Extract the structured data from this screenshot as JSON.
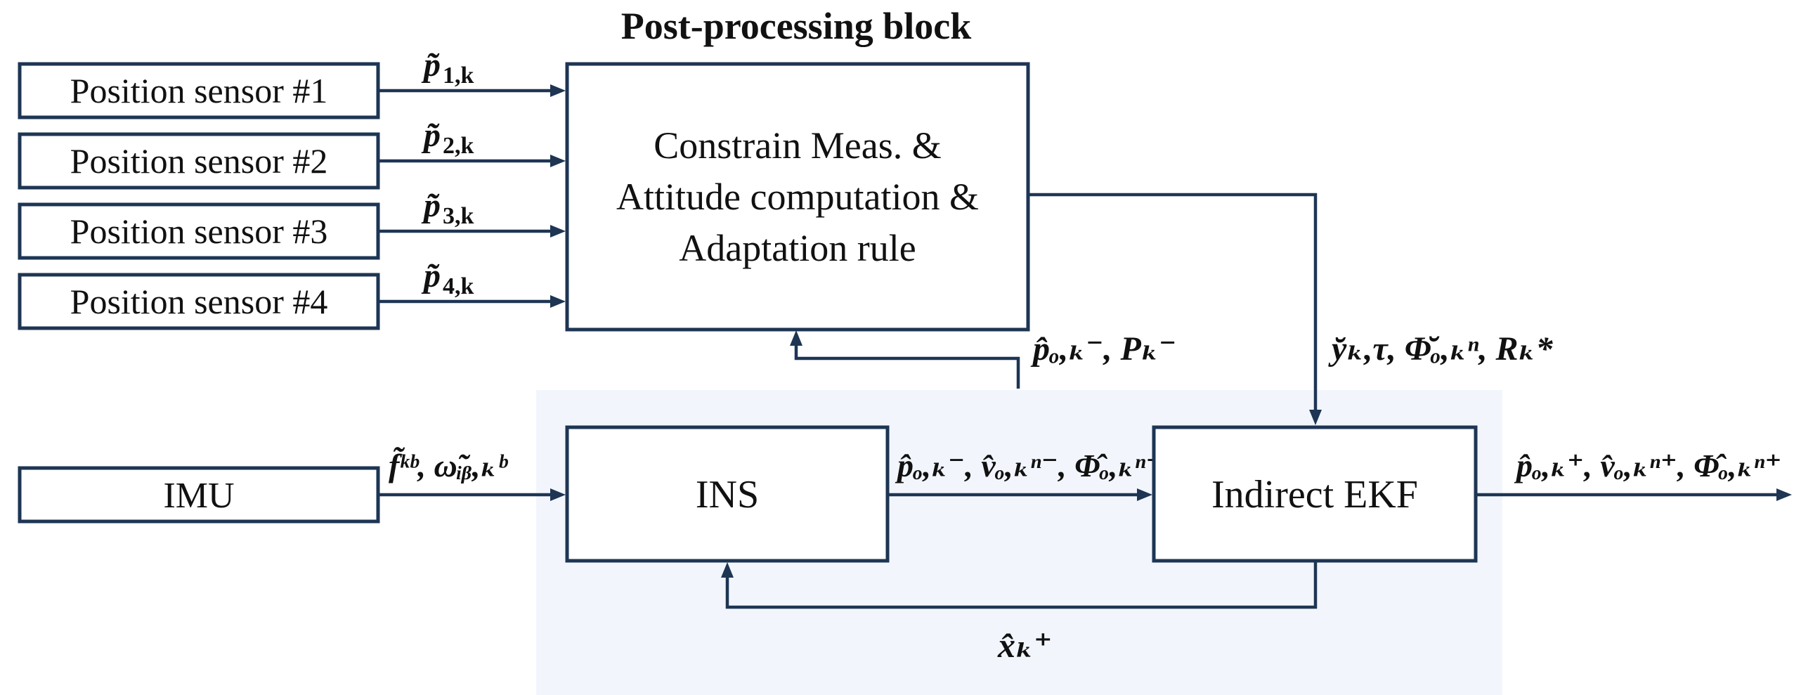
{
  "colors": {
    "line": "#1e3553",
    "shaded_region": "#f2f6fc",
    "box_fill": "#ffffff",
    "text": "#111111"
  },
  "diagram": {
    "title": "Post-processing block",
    "sensors": [
      {
        "label": "Position sensor #1",
        "signal": {
          "base": "p̃",
          "sub": "1,k"
        }
      },
      {
        "label": "Position sensor #2",
        "signal": {
          "base": "p̃",
          "sub": "2,k"
        }
      },
      {
        "label": "Position sensor #3",
        "signal": {
          "base": "p̃",
          "sub": "3,k"
        }
      },
      {
        "label": "Position sensor #4",
        "signal": {
          "base": "p̃",
          "sub": "4,k"
        }
      }
    ],
    "processor": {
      "lines": [
        "Constrain Meas. &",
        "Attitude computation &",
        "Adaptation rule"
      ]
    },
    "imu": {
      "label": "IMU"
    },
    "ins": {
      "label": "INS"
    },
    "ekf": {
      "label": "Indirect EKF"
    },
    "signals": {
      "imu_to_ins": "f̃ᵏᵇ, ω̃ᵢᵦ,ₖᵇ",
      "ins_to_processor": "p̂ₒ,ₖ⁻, Pₖ⁻",
      "processor_to_ekf": "y̆ₖ,τ, Φ̆ₒ,ₖⁿ, Rₖ*",
      "ins_to_ekf": "p̂ₒ,ₖ⁻, v̂ₒ,ₖⁿ⁻, Φ̂ₒ,ₖⁿ⁻",
      "ekf_output": "p̂ₒ,ₖ⁺, v̂ₒ,ₖⁿ⁺, Φ̂ₒ,ₖⁿ⁺",
      "ekf_feedback": "x̂ₖ⁺"
    }
  }
}
